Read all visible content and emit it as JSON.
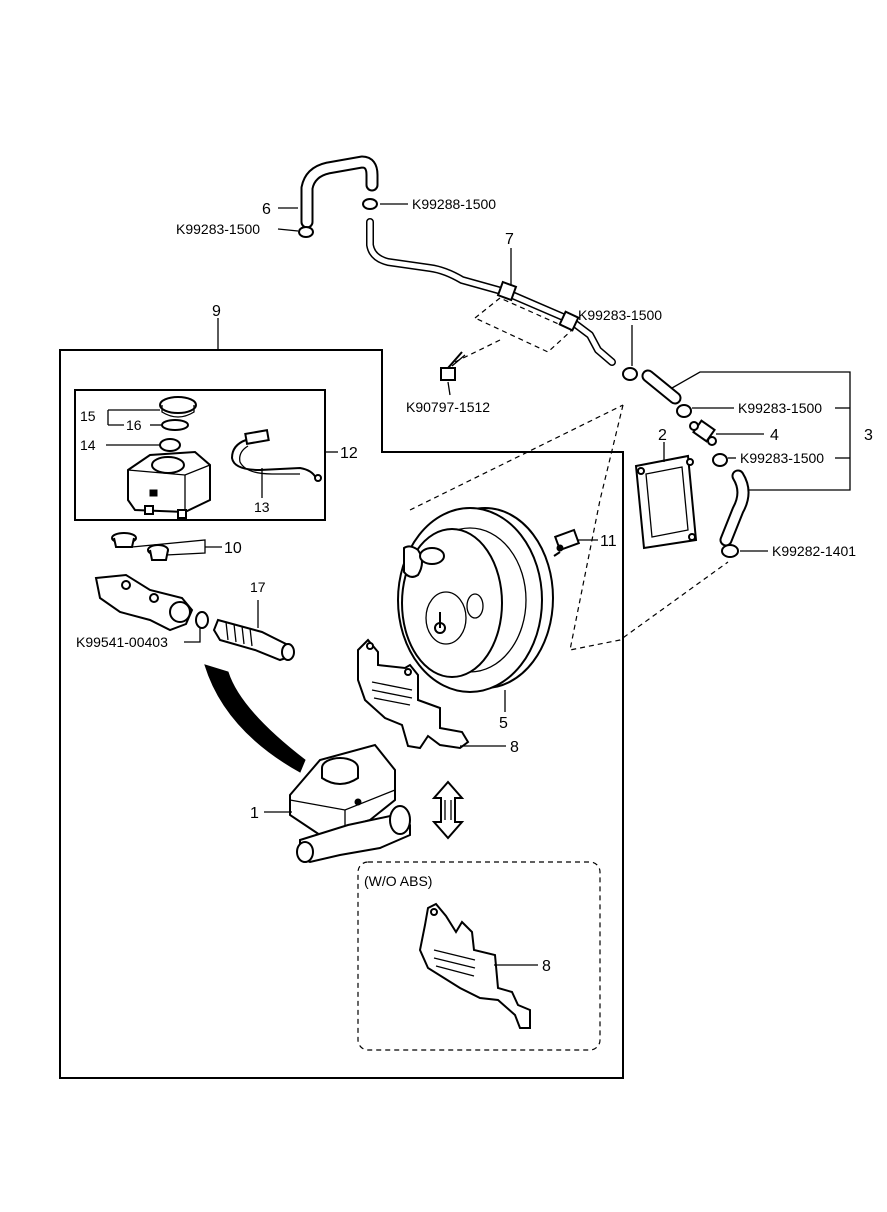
{
  "callouts": {
    "c1": "1",
    "c2": "2",
    "c3": "3",
    "c4": "4",
    "c5": "5",
    "c6": "6",
    "c7": "7",
    "c8a": "8",
    "c8b": "8",
    "c9": "9",
    "c10": "10",
    "c11": "11",
    "c12": "12",
    "c13": "13",
    "c14": "14",
    "c15": "15",
    "c16": "16",
    "c17": "17"
  },
  "part_numbers": {
    "clamp_top_right": "K99288-1500",
    "clamp_top_left": "K99283-1500",
    "clamp_pipe_end": "K99283-1500",
    "bolt": "K90797-1512",
    "clamp_valve_upper": "K99283-1500",
    "clamp_valve_lower": "K99283-1500",
    "clamp_booster": "K99282-1401",
    "o_ring": "K99541-00403"
  },
  "variant_note": "(W/O ABS)",
  "icons": [
    "vacuum-hose-icon",
    "vacuum-pipe-icon",
    "brake-booster-icon",
    "master-cylinder-icon",
    "reservoir-icon",
    "bracket-icon",
    "check-valve-icon",
    "gasket-icon",
    "clamp-icon",
    "bolt-icon",
    "sensor-wire-icon"
  ]
}
